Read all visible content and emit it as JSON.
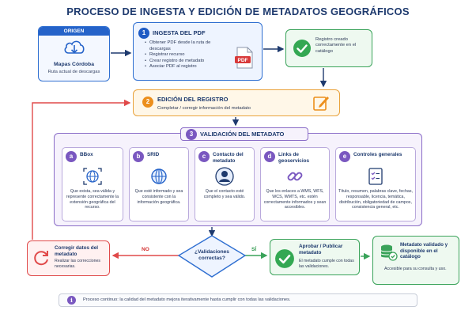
{
  "title": "PROCESO DE INGESTA Y EDICIÓN DE METADATOS GEOGRÁFICOS",
  "origen": {
    "header": "ORIGEN",
    "name": "Mapas Córdoba",
    "subtitle": "Ruta actual de descargas",
    "icon": "cloud-download-icon"
  },
  "ingesta": {
    "number": "1",
    "heading": "INGESTA DEL PDF",
    "items": [
      "Obtener PDF desde la ruta de descargas",
      "Registrar recurso",
      "Crear registro de metadato",
      "Asociar PDF al registro"
    ],
    "icon_label": "PDF"
  },
  "registro": {
    "text": "Registro creado correctamente en el catálogo",
    "icon": "check-circle-icon"
  },
  "edicion": {
    "number": "2",
    "heading": "EDICIÓN DEL REGISTRO",
    "subtitle": "Completar / corregir información del metadato",
    "icon": "edit-icon"
  },
  "validacion": {
    "number": "3",
    "heading": "VALIDACIÓN DEL METADATO",
    "cards": [
      {
        "letter": "a",
        "title": "BBox",
        "desc": "Que exista, sea válida y represente correctamente la extensión geográfica del recurso.",
        "icon": "globe-bbox-icon"
      },
      {
        "letter": "b",
        "title": "SRID",
        "desc": "Que esté informado y sea consistente con la información geográfica.",
        "icon": "globe-icon"
      },
      {
        "letter": "c",
        "title": "Contacto del metadato",
        "desc": "Que el contacto esté completo y sea válido.",
        "icon": "user-icon"
      },
      {
        "letter": "d",
        "title": "Links de geoservicios",
        "desc": "Que los enlaces a WMS, WFS, WCS, WMTS, etc. estén correctamente informados y sean accesibles.",
        "icon": "link-icon"
      },
      {
        "letter": "e",
        "title": "Controles generales",
        "desc": "Título, resumen, palabras clave, fechas, responsable, licencia, temática, distribución, obligatoriedad de campos, consistencia general, etc.",
        "icon": "checklist-icon"
      }
    ]
  },
  "decision": {
    "question": "¿Validaciones correctas?",
    "no_label": "NO",
    "yes_label": "SÍ"
  },
  "corregir": {
    "heading": "Corregir datos del metadato",
    "subtitle": "Realizar las correcciones necesarias.",
    "icon": "refresh-icon"
  },
  "aprobar": {
    "heading": "Aprobar / Publicar metadato",
    "subtitle": "El metadato cumple con todas las validaciones.",
    "icon": "check-circle-icon"
  },
  "disponible": {
    "heading": "Metadato validado y disponible en el catálogo",
    "subtitle": "Accesible para su consulta y uso.",
    "icon": "database-check-icon"
  },
  "footer": {
    "text": "Proceso continuo: la calidad del metadato mejora iterativamente hasta cumplir con todas las validaciones."
  },
  "colors": {
    "blue": "#2563c9",
    "orange": "#ec8f1c",
    "purple": "#7a58c0",
    "green": "#3aa35a",
    "red": "#e04a4a",
    "navy": "#1e3a6e"
  }
}
